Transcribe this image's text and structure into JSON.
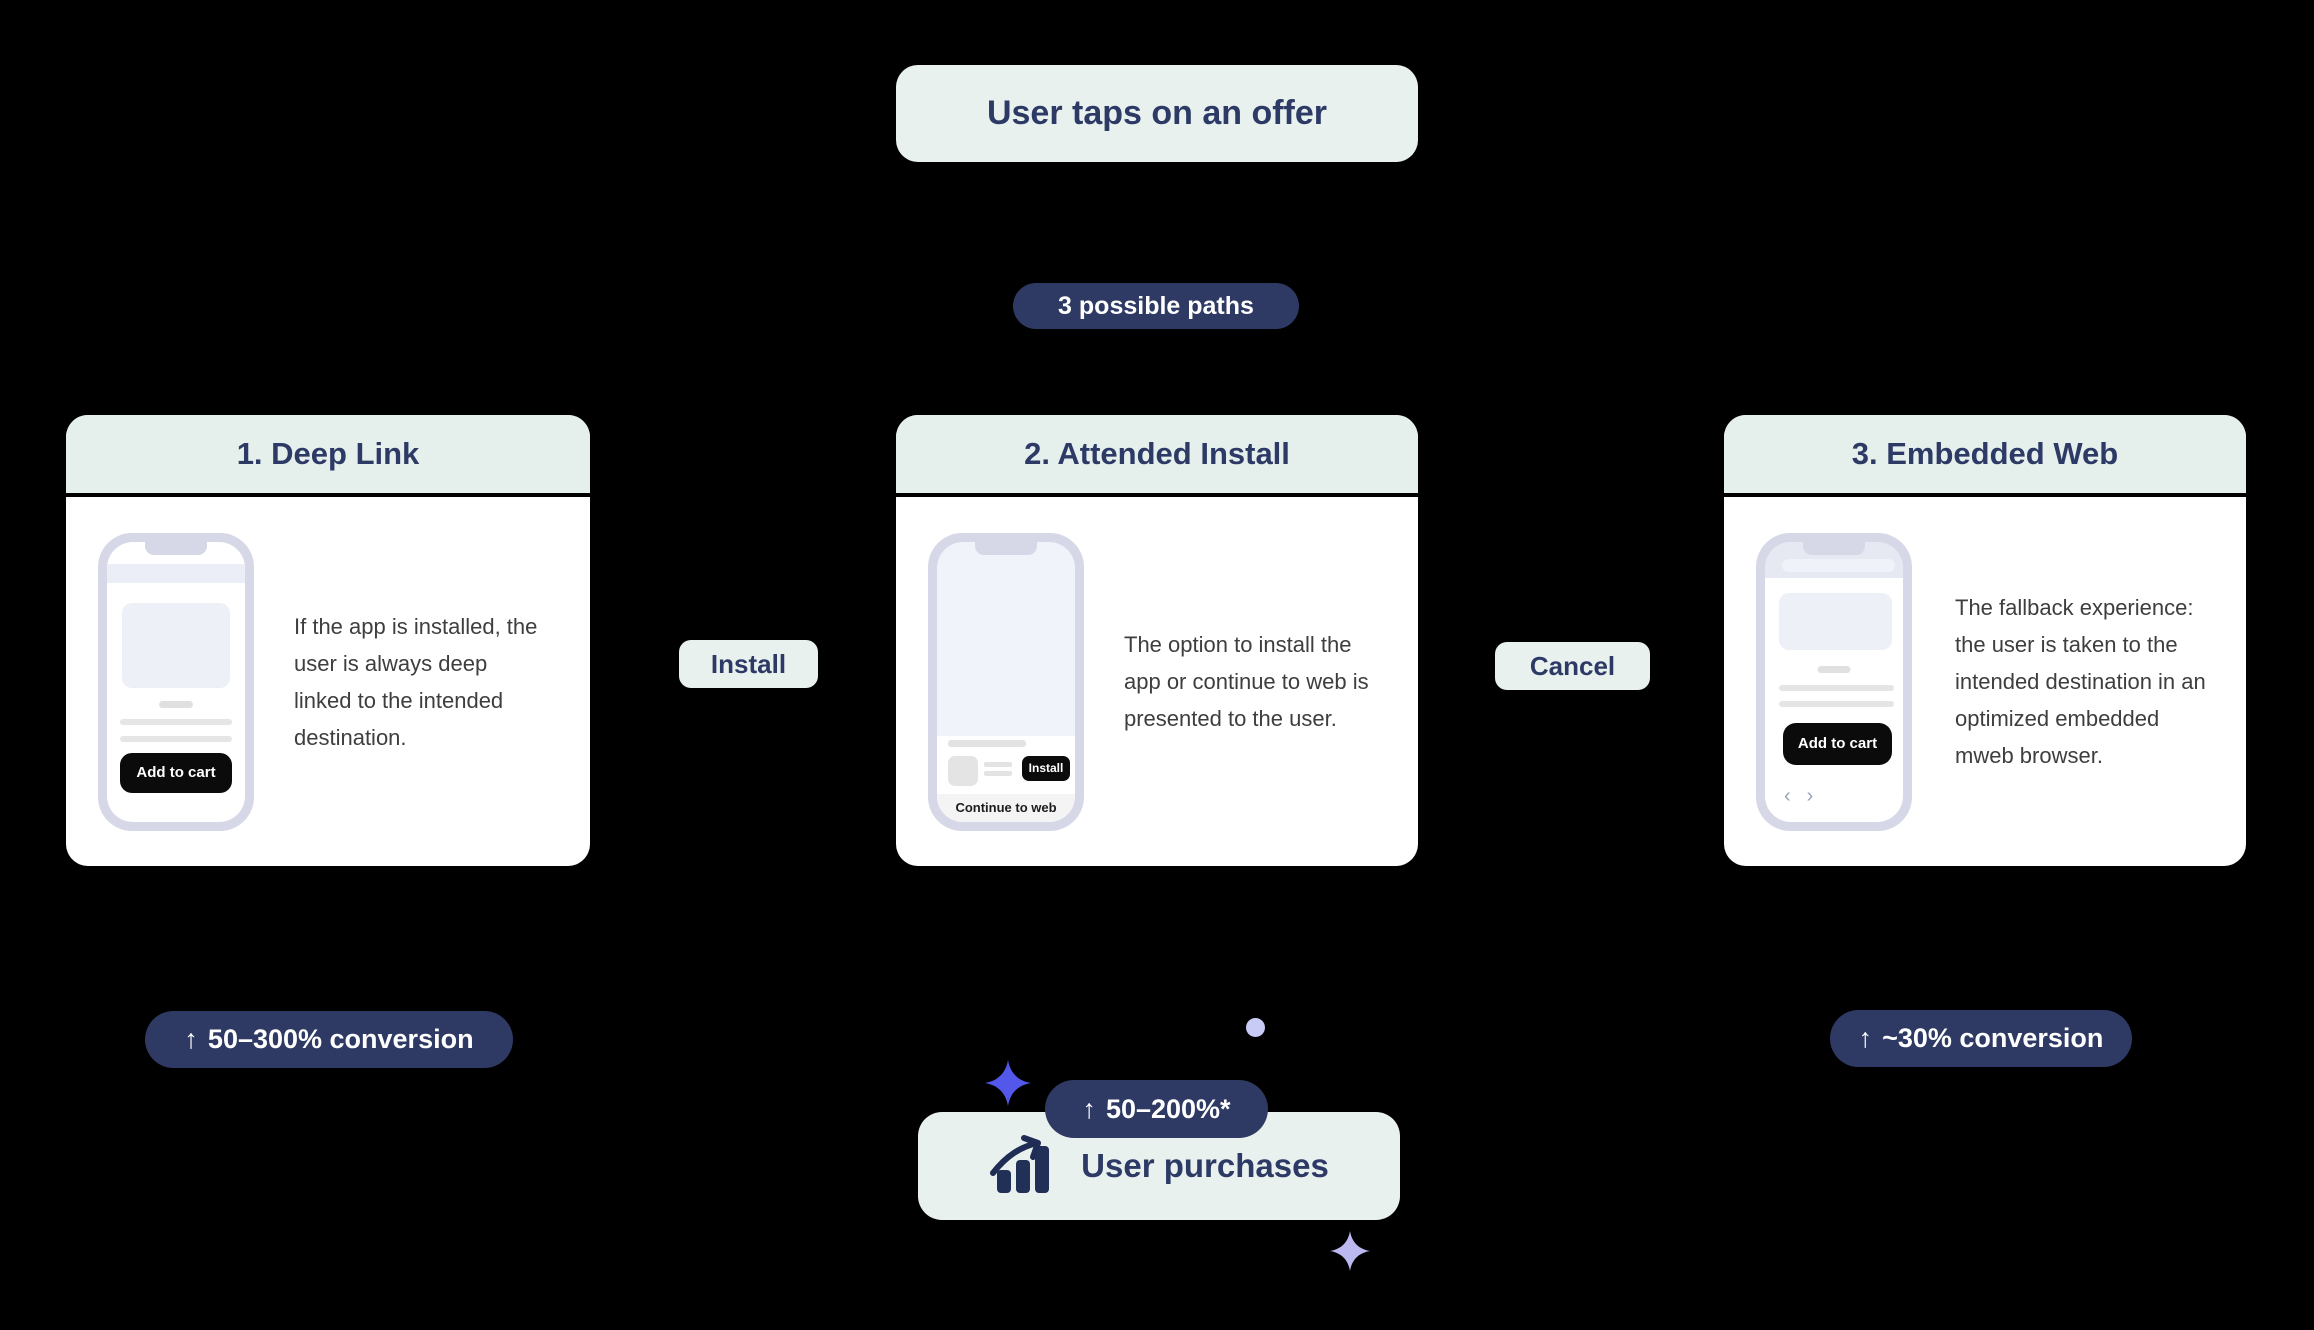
{
  "title_box": {
    "label": "User taps on an offer"
  },
  "paths_badge": {
    "label": "3 possible paths"
  },
  "cards": [
    {
      "title": "1. Deep Link",
      "description": "If the app is installed, the user is always deep linked to the intended destination.",
      "phone": {
        "cta_label": "Add to cart"
      }
    },
    {
      "title": "2. Attended Install",
      "description": "The option to install the app or continue to web is presented to the user.",
      "phone": {
        "install_label": "Install",
        "continue_label": "Continue to web"
      }
    },
    {
      "title": "3. Embedded Web",
      "description": "The fallback experience: the user is taken to the intended destination in an optimized embedded mweb browser.",
      "phone": {
        "cta_label": "Add to cart",
        "back_glyph": "‹",
        "forward_glyph": "›"
      }
    }
  ],
  "connectors": {
    "install_label": "Install",
    "cancel_label": "Cancel"
  },
  "badges": {
    "deep_link": {
      "arrow": "↑",
      "text": "50–300% conversion"
    },
    "attended_install": {
      "arrow": "↑",
      "text": "50–200%*"
    },
    "embedded_web": {
      "arrow": "↑",
      "text": "~30% conversion"
    }
  },
  "outcome": {
    "label": "User purchases"
  },
  "icons": {
    "outcome_icon": "bar-chart-rising-icon",
    "decorations": [
      "sparkle-icon",
      "sparkle-icon",
      "dot-icon"
    ]
  },
  "colors": {
    "background": "#000000",
    "navy_text": "#2d3a66",
    "navy_badge": "#2e3a63",
    "mint": "#e9f1ee",
    "mint_header": "#e5efeb",
    "body_text": "#3e3e3e",
    "phone_frame": "#d6d8e8",
    "black_button": "#0b0b0b",
    "sparkle_blue": "#5358ea",
    "sparkle_lavender": "#bcb9f0",
    "dot_lavender": "#c7cbf5"
  }
}
